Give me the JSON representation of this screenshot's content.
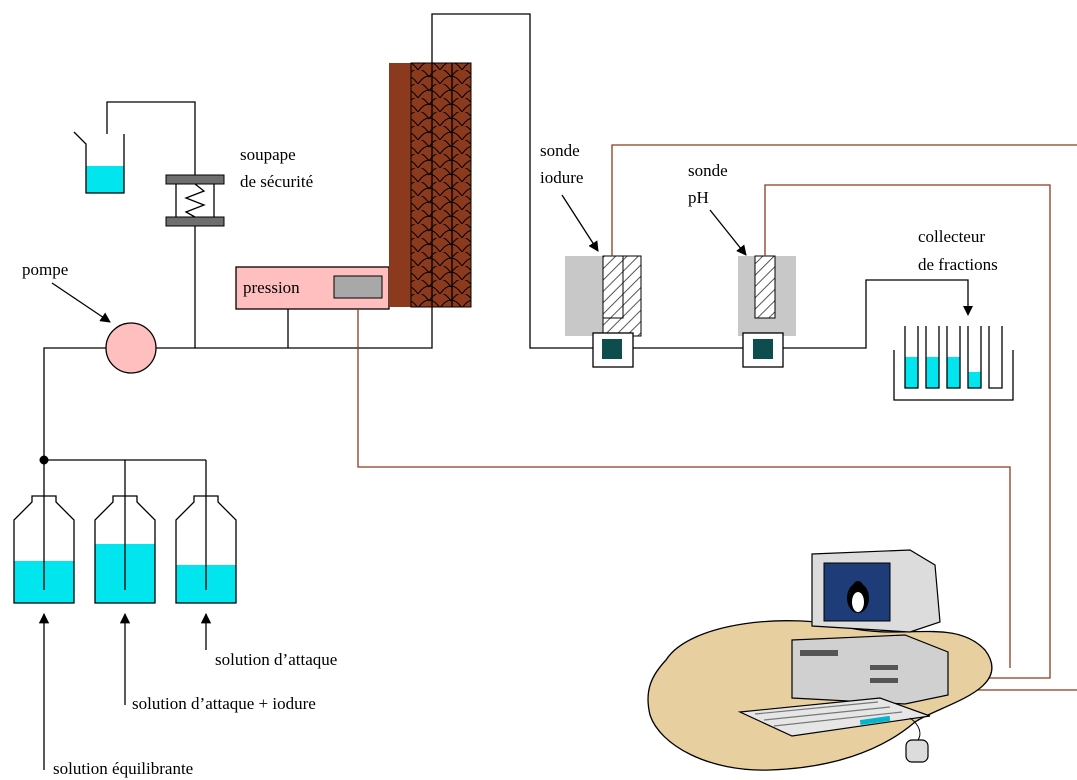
{
  "labels": {
    "pompe": "pompe",
    "soupape_line1": "soupape",
    "soupape_line2": "de sécurité",
    "pression": "pression",
    "sonde_iodure_line1": "sonde",
    "sonde_iodure_line2": "iodure",
    "sonde_ph_line1": "sonde",
    "sonde_ph_line2": "pH",
    "collecteur_line1": "collecteur",
    "collecteur_line2": "de fractions",
    "solution_attaque": "solution d’attaque",
    "solution_attaque_iodure": "solution d’attaque + iodure",
    "solution_equilibrante": "solution équilibrante"
  },
  "colors": {
    "liquid": "#00e5ee",
    "pump": "#ffbfbf",
    "pressure_box": "#ffbfbf",
    "column": "#8b3a1e",
    "wire": "#8b3a1e",
    "gray": "#c8c8c8",
    "valve_plate": "#6e6e6e",
    "computer_mat": "#e8cfa0"
  },
  "icons": {
    "column": "packed-column-icon",
    "computer": "computer-icon",
    "pump": "pump-icon",
    "valve": "safety-valve-icon"
  }
}
